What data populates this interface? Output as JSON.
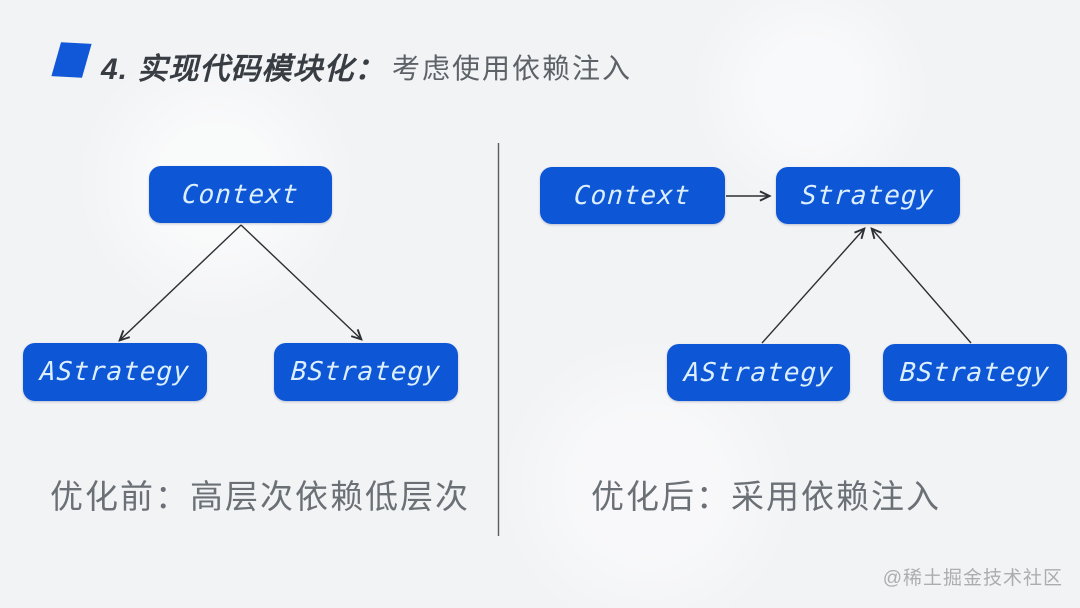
{
  "header": {
    "title": "4. 实现代码模块化：",
    "subtitle": "考虑使用依赖注入"
  },
  "left_diagram": {
    "context": "Context",
    "a": "AStrategy",
    "b": "BStrategy",
    "caption": "优化前：高层次依赖低层次"
  },
  "right_diagram": {
    "context": "Context",
    "strategy": "Strategy",
    "a": "AStrategy",
    "b": "BStrategy",
    "caption": "优化后：采用依赖注入"
  },
  "watermark": "@稀土掘金技术社区",
  "colors": {
    "box_blue": "#0d56d6",
    "box_text": "#dcefff",
    "accent_blue": "#1158d8",
    "arrow": "#2c2f33",
    "background": "#f2f3f5"
  }
}
